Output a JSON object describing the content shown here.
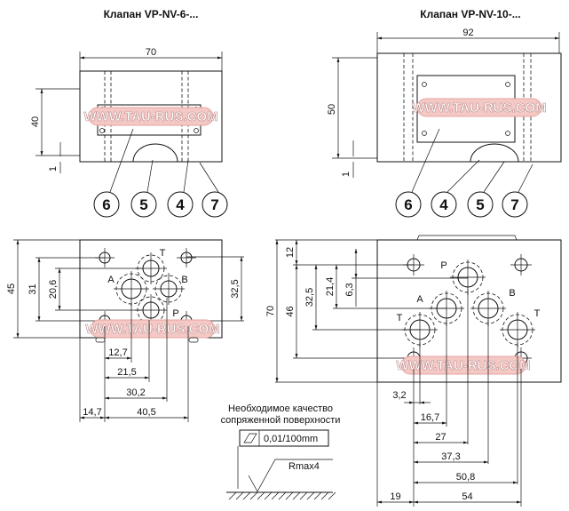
{
  "titles": {
    "left": "Клапан VP-NV-6-...",
    "right": "Клапан VP-NV-10-..."
  },
  "watermark": "WWW.TAU-RUS.COM",
  "left": {
    "top_dims": {
      "width": "70",
      "height": "40",
      "gap": "1"
    },
    "callouts": [
      "6",
      "5",
      "4",
      "7"
    ],
    "ports": {
      "T": "T",
      "A": "A",
      "B": "B",
      "P": "P"
    },
    "bottom_dims": {
      "h45": "45",
      "h31": "31",
      "h20_6": "20,6",
      "h32_5": "32,5",
      "d12_7": "12,7",
      "d21_5": "21,5",
      "d30_2": "30,2",
      "d14_7": "14,7",
      "d40_5": "40,5"
    }
  },
  "right": {
    "top_dims": {
      "width": "92",
      "height": "50",
      "gap": "1"
    },
    "callouts": [
      "6",
      "4",
      "5",
      "7"
    ],
    "ports": {
      "P": "P",
      "A": "A",
      "B": "B",
      "T1": "T",
      "T2": "T"
    },
    "bottom_dims": {
      "h70": "70",
      "h12": "12",
      "h46": "46",
      "h32_5": "32,5",
      "h21_4": "21,4",
      "h6_3": "6,3",
      "d3_2": "3,2",
      "d16_7": "16,7",
      "d27": "27",
      "d37_3": "37,3",
      "d50_8": "50,8",
      "d19": "19",
      "d54": "54"
    }
  },
  "surface": {
    "line1": "Необходимое качество",
    "line2": "сопряженной поверхности",
    "flatness": "0,01/100mm",
    "roughness": "Rmax4"
  }
}
